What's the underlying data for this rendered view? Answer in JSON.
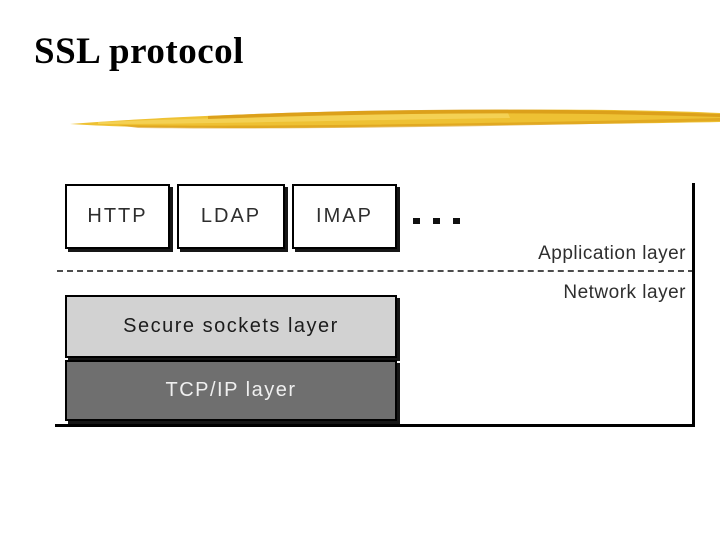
{
  "slide": {
    "title": "SSL protocol"
  },
  "accent": {
    "brush_main": "#eec133",
    "brush_dark": "#d89a16",
    "brush_light": "#f6d55f"
  },
  "diagram": {
    "protocol_boxes": [
      {
        "label": "HTTP"
      },
      {
        "label": "LDAP"
      },
      {
        "label": "IMAP"
      }
    ],
    "ellipsis": "...",
    "layer_labels": {
      "application": "Application layer",
      "network": "Network layer"
    },
    "stack_boxes": [
      {
        "label": "Secure sockets layer",
        "fill": "#d2d2d2",
        "text_color": "#1c1c1c"
      },
      {
        "label": "TCP/IP layer",
        "fill": "#6f6f6f",
        "text_color": "#efefef"
      }
    ]
  }
}
